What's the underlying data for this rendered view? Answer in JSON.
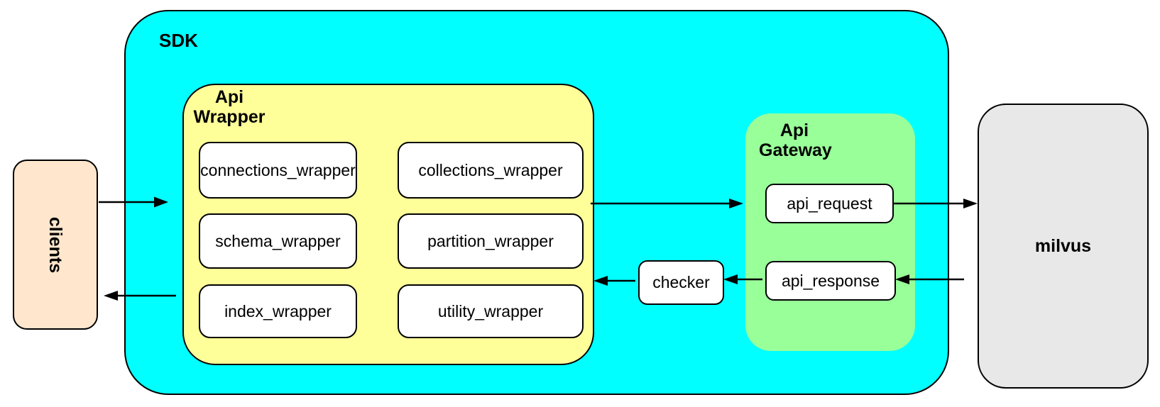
{
  "colors": {
    "sdk_fill": "#00ffff",
    "api_wrapper_fill": "#ffff99",
    "api_gateway_fill": "#99ff99",
    "clients_fill": "#ffe6cc",
    "milvus_fill": "#e8e8e8",
    "node_fill": "#ffffff",
    "stroke": "#000000"
  },
  "nodes": {
    "clients": {
      "label": "clients"
    },
    "sdk": {
      "label": "SDK"
    },
    "api_wrapper": {
      "label": "Api Wrapper",
      "children": [
        "connections_wrapper",
        "collections_wrapper",
        "schema_wrapper",
        "partition_wrapper",
        "index_wrapper",
        "utility_wrapper"
      ]
    },
    "checker": {
      "label": "checker"
    },
    "api_gateway": {
      "label": "Api Gateway",
      "children": [
        "api_request",
        "api_response"
      ]
    },
    "milvus": {
      "label": "milvus"
    }
  },
  "connections": [
    {
      "from": "clients",
      "to": "sdk",
      "direction": "right"
    },
    {
      "from": "api_wrapper",
      "to": "api_gateway",
      "direction": "right"
    },
    {
      "from": "api_request",
      "to": "milvus",
      "direction": "right"
    },
    {
      "from": "milvus",
      "to": "api_response",
      "direction": "left"
    },
    {
      "from": "api_response",
      "to": "checker",
      "direction": "left"
    },
    {
      "from": "checker",
      "to": "api_wrapper",
      "direction": "left"
    },
    {
      "from": "api_wrapper",
      "to": "clients",
      "direction": "left"
    }
  ]
}
